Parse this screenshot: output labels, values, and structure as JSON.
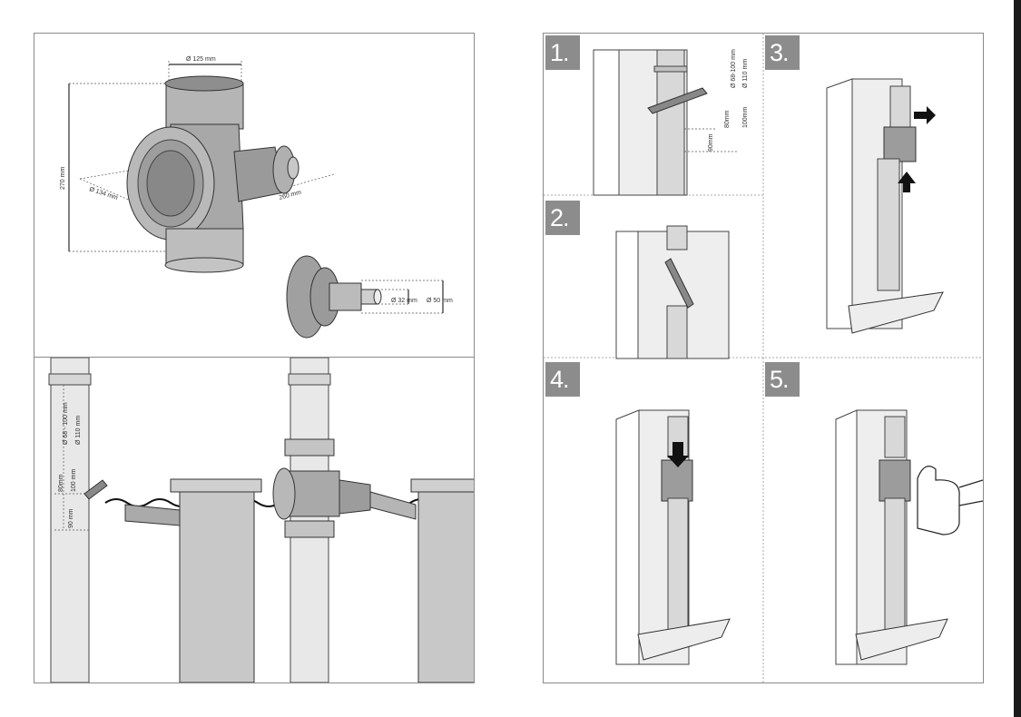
{
  "left_page": {
    "product_dimensions": {
      "top_diameter": "Ø 125 mm",
      "height": "270 mm",
      "body_diameter": "Ø 134 mm",
      "length": "260 mm"
    },
    "adapter_dimensions": {
      "inner_diameter": "Ø 32 mm",
      "outer_diameter": "Ø 50 mm"
    },
    "install_dimensions": {
      "pipe_range": "Ø 68 - 100 mm",
      "pipe_large": "Ø 110 mm",
      "offset_small": "80mm",
      "offset_large": "100 mm",
      "cut_length": "90 mm"
    }
  },
  "right_page": {
    "steps": [
      {
        "number": "1.",
        "pipe_range": "Ø 68-100 mm",
        "pipe_large": "Ø 110 mm",
        "offset_small": "80mm",
        "offset_large": "100mm",
        "cut_length": "90mm"
      },
      {
        "number": "2."
      },
      {
        "number": "3."
      },
      {
        "number": "4."
      },
      {
        "number": "5."
      }
    ]
  },
  "colors": {
    "pipe_fill": "#d4d4d4",
    "product_fill": "#9a9a9a",
    "badge_fill": "#8c8c8c",
    "tank_fill": "#c8c8c8"
  }
}
